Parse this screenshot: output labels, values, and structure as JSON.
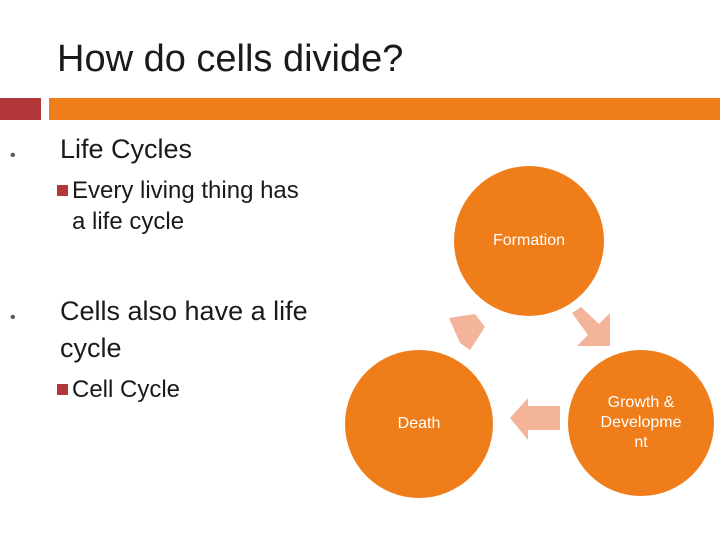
{
  "slide": {
    "title": "How do cells divide?",
    "bullets": [
      {
        "text": "Life Cycles",
        "sub": [
          {
            "line1": "Every living thing has",
            "line2": "a life cycle"
          }
        ]
      },
      {
        "text_line1": "Cells also have a life",
        "text_line2": "cycle",
        "sub": [
          {
            "line1": "Cell Cycle"
          }
        ]
      }
    ],
    "bullet_glyph": "•"
  },
  "cycle_diagram": {
    "nodes": [
      {
        "label": "Formation"
      },
      {
        "label_lines": [
          "Growth &",
          "Developme",
          "nt"
        ]
      },
      {
        "label": "Death"
      }
    ],
    "colors": {
      "node": "#ef7d1a",
      "arrow": "#f3b49a",
      "accent_red": "#b2383a",
      "accent_orange": "#ef7d1a"
    }
  }
}
